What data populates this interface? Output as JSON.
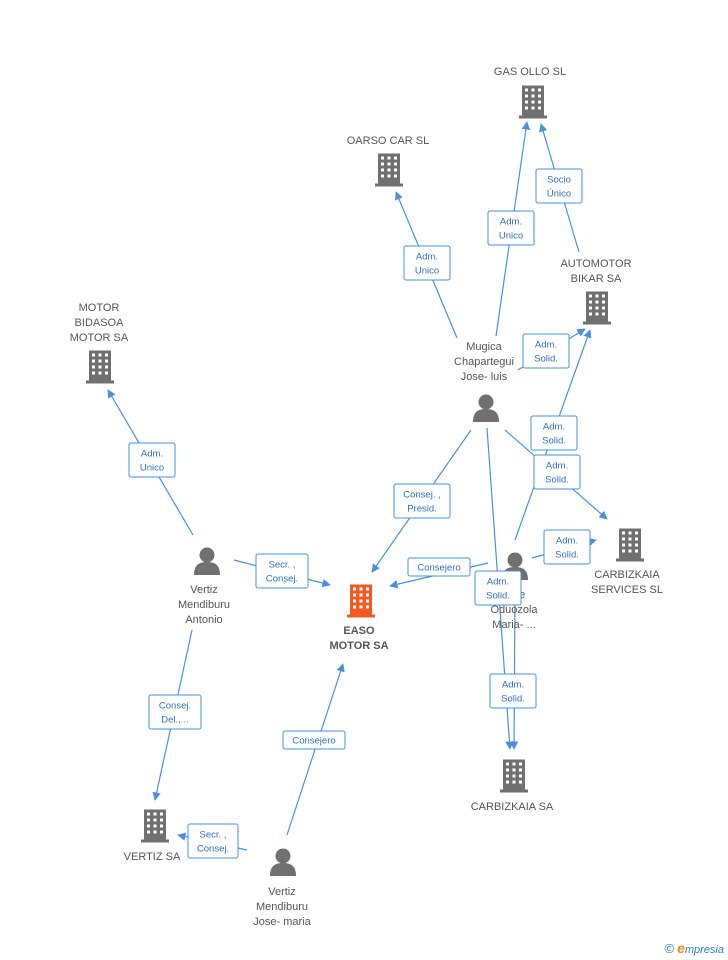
{
  "colors": {
    "edge": "#4a90d9",
    "company": "#707070",
    "focus": "#f15a24",
    "person": "#707070"
  },
  "nodes": [
    {
      "id": "easo",
      "type": "company-focus",
      "lines": [
        "EASO",
        "MOTOR SA"
      ]
    },
    {
      "id": "gasollo",
      "type": "company",
      "lines": [
        "GAS OLLO SL"
      ]
    },
    {
      "id": "oarso",
      "type": "company",
      "lines": [
        "OARSO CAR SL"
      ]
    },
    {
      "id": "automotor",
      "type": "company",
      "lines": [
        "AUTOMOTOR",
        "BIKAR SA"
      ]
    },
    {
      "id": "bidasoa",
      "type": "company",
      "lines": [
        "MOTOR",
        "BIDASOA",
        "MOTOR SA"
      ]
    },
    {
      "id": "carbizkaia_services",
      "type": "company",
      "lines": [
        "CARBIZKAIA",
        "SERVICES SL"
      ]
    },
    {
      "id": "carbizkaia",
      "type": "company",
      "lines": [
        "CARBIZKAIA SA"
      ]
    },
    {
      "id": "vertizsa",
      "type": "company",
      "lines": [
        "VERTIZ SA"
      ]
    },
    {
      "id": "mugica",
      "type": "person",
      "lines": [
        "Mugica",
        "Chapartegui",
        "Jose- luis"
      ]
    },
    {
      "id": "vertiz_antonio",
      "type": "person",
      "lines": [
        "Vertiz",
        "Mendiburu",
        "Antonio"
      ]
    },
    {
      "id": "vertiz_josemaria",
      "type": "person",
      "lines": [
        "Vertiz",
        "Mendiburu",
        "Jose- maria"
      ]
    },
    {
      "id": "iturre",
      "type": "person",
      "lines": [
        "...rre",
        "Oduozola",
        "Maria- ..."
      ]
    }
  ],
  "edges": [
    {
      "id": "e1",
      "from": "mugica",
      "to": "oarso",
      "lines": [
        "Adm.",
        "Unico"
      ]
    },
    {
      "id": "e2",
      "from": "mugica",
      "to": "gasollo",
      "lines": [
        "Adm.",
        "Unico"
      ]
    },
    {
      "id": "e3",
      "from": "automotor",
      "to": "gasollo",
      "lines": [
        "Socio",
        "Único"
      ]
    },
    {
      "id": "e4",
      "from": "mugica",
      "to": "automotor",
      "lines": [
        "Adm.",
        "Solid."
      ]
    },
    {
      "id": "e5",
      "from": "mugica",
      "to": "easo",
      "lines": [
        "Consej. ,",
        "Presid."
      ]
    },
    {
      "id": "e6",
      "from": "mugica",
      "to": "carbizkaia_services",
      "lines": [
        "Adm.",
        "Solid."
      ]
    },
    {
      "id": "e7",
      "from": "mugica",
      "to": "carbizkaia",
      "lines": [
        "Adm.",
        "Solid."
      ]
    },
    {
      "id": "e8",
      "from": "iturre",
      "to": "automotor",
      "lines": [
        "Adm.",
        "Solid."
      ]
    },
    {
      "id": "e9",
      "from": "iturre",
      "to": "easo",
      "lines": [
        "Consejero"
      ]
    },
    {
      "id": "e10",
      "from": "iturre",
      "to": "carbizkaia_services",
      "lines": [
        "Adm.",
        "Solid."
      ]
    },
    {
      "id": "e11",
      "from": "iturre",
      "to": "carbizkaia",
      "lines": [
        "Adm.",
        "Solid."
      ]
    },
    {
      "id": "e12",
      "from": "vertiz_antonio",
      "to": "bidasoa",
      "lines": [
        "Adm.",
        "Unico"
      ]
    },
    {
      "id": "e13",
      "from": "vertiz_antonio",
      "to": "easo",
      "lines": [
        "Secr. ,",
        "Consej."
      ]
    },
    {
      "id": "e14",
      "from": "vertiz_antonio",
      "to": "vertizsa",
      "lines": [
        "Consej.",
        "Del.,..."
      ]
    },
    {
      "id": "e15",
      "from": "vertiz_josemaria",
      "to": "easo",
      "lines": [
        "Consejero"
      ]
    },
    {
      "id": "e16",
      "from": "vertiz_josemaria",
      "to": "vertizsa",
      "lines": [
        "Secr. ,",
        "Consej."
      ]
    }
  ],
  "footer": {
    "copyright": "©",
    "brand_initial": "e",
    "brand_rest": "mpresia"
  }
}
